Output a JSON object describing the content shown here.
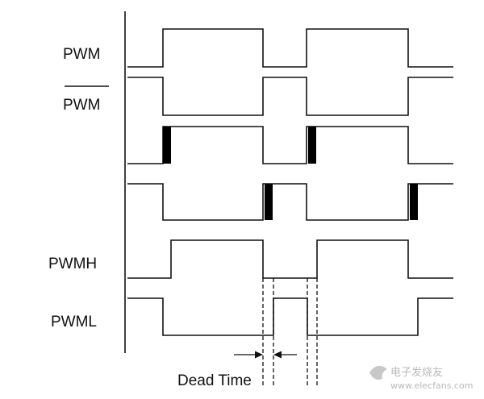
{
  "labels": {
    "pwm": "PWM",
    "pwm_bar": "PWM",
    "pwmh": "PWMH",
    "pwml": "PWML",
    "dead_time": "Dead Time"
  },
  "watermark": {
    "text": "电子发烧友",
    "url": "www.elecfans.com"
  },
  "colors": {
    "line": "#111111",
    "background": "#ffffff",
    "watermark": "#b9b9b9"
  }
}
